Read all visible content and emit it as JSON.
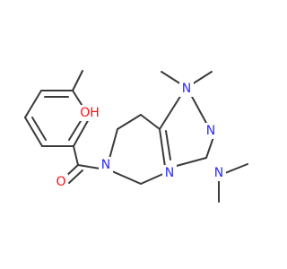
{
  "colors": {
    "bond": "#3a3a3a",
    "nitrogen": "#2a2aff",
    "oxygen": "#ff0d0d"
  },
  "atoms": [
    {
      "id": "n-methyl-amine-top",
      "label": "N",
      "element": "nitrogen"
    },
    {
      "id": "n-ring-pyrimidine-right",
      "label": "N",
      "element": "nitrogen"
    },
    {
      "id": "n-ring-pyrimidine-bottom",
      "label": "N",
      "element": "nitrogen"
    },
    {
      "id": "n-methyl-amine-bottom",
      "label": "N",
      "element": "nitrogen"
    },
    {
      "id": "n-ring-piperidine",
      "label": "N",
      "element": "nitrogen"
    },
    {
      "id": "o-carbonyl",
      "label": "O",
      "element": "oxygen"
    },
    {
      "id": "oh-hydroxyl",
      "label": "OH",
      "element": "oxygen"
    }
  ]
}
